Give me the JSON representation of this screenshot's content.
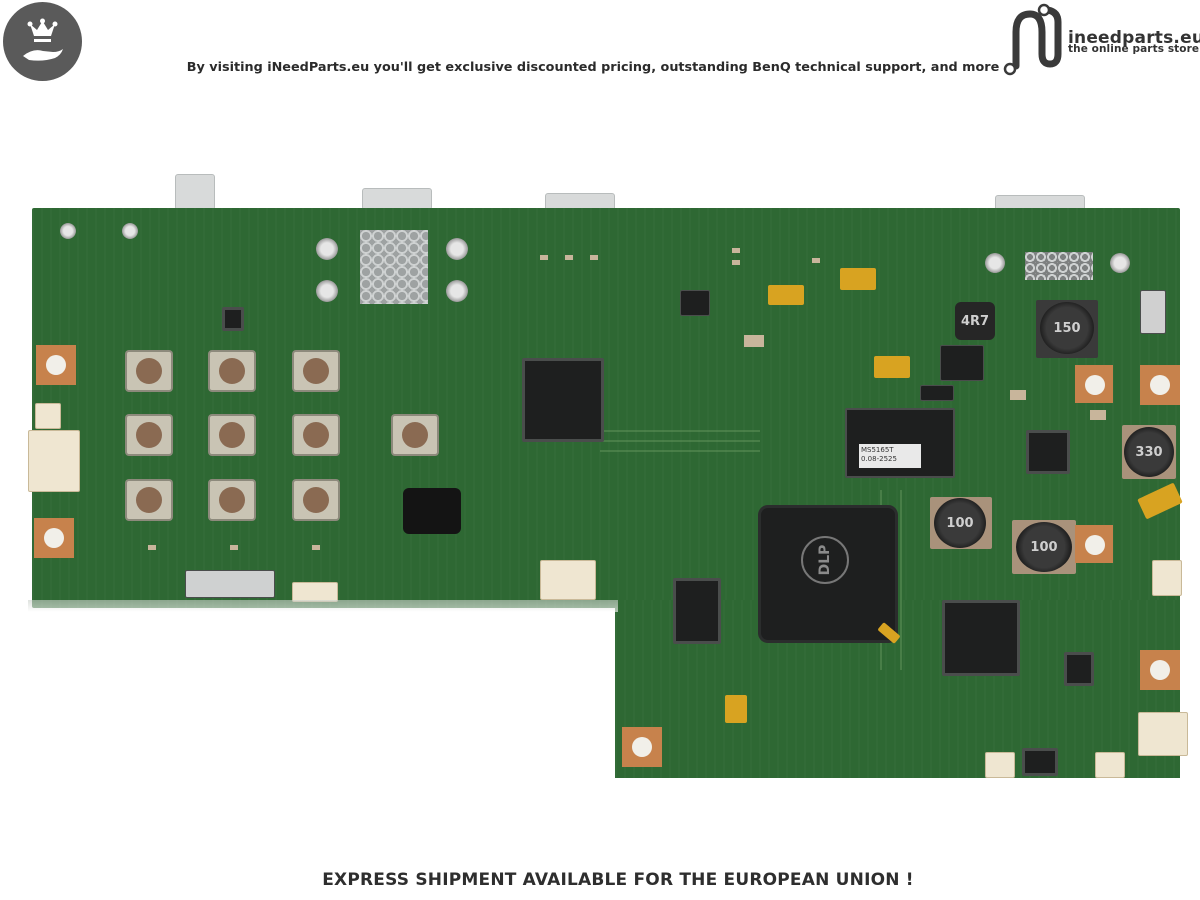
{
  "header": {
    "badge_icon": "crown-in-hand-icon",
    "banner_text": "By visiting iNeedParts.eu you'll get exclusive discounted pricing, outstanding BenQ technical support, and more",
    "logo": {
      "name": "ineedparts.eu",
      "tagline": "the online parts store",
      "icon": "circuit-n-logo-icon"
    }
  },
  "product": {
    "image_description": "BenQ projector main board (PCB) with DLP chip",
    "chip_labels": {
      "dlp": "DLP",
      "memory_sticker_line1": "MS5165T",
      "memory_sticker_line2": "0.08-2525"
    },
    "inductor_labels": [
      "4R7",
      "150",
      "330",
      "100",
      "100"
    ]
  },
  "footer": {
    "banner_text": "EXPRESS SHIPMENT AVAILABLE FOR THE EUROPEAN UNION !"
  },
  "colors": {
    "pcb_green": "#2e6833",
    "badge_gray": "#5a5a5a",
    "text_dark": "#2b2b2b"
  }
}
